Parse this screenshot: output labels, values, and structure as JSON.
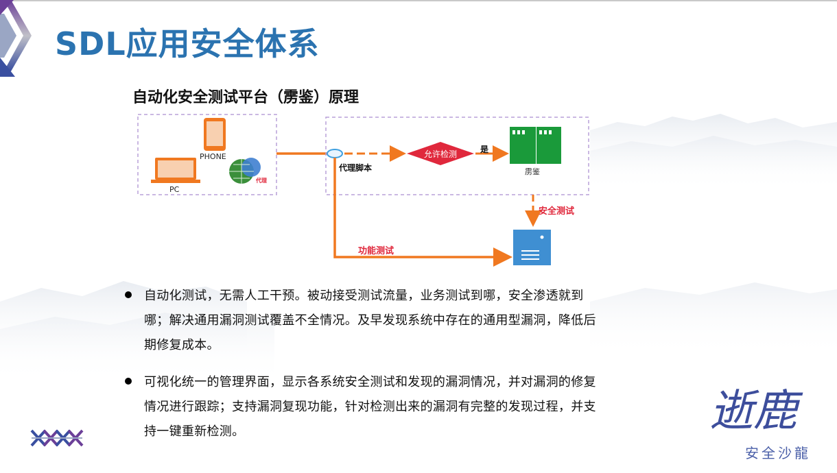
{
  "slide": {
    "title": "SDL应用安全体系",
    "subtitle": "自动化安全测试平台（雳鉴）原理"
  },
  "diagram": {
    "phone_label": "PHONE",
    "pc_label": "PC",
    "globe_label": "代理",
    "proxy_label": "代理脚本",
    "decision_label": "允许检测",
    "yes_label": "是",
    "server_label": "雳鉴",
    "security_test_label": "安全测试",
    "function_test_label": "功能测试"
  },
  "bullets": [
    "自动化测试，无需人工干预。被动接受测试流量，业务测试到哪，安全渗透就到哪；解决通用漏洞测试覆盖不全情况。及早发现系统中存在的通用型漏洞，降低后期修复成本。",
    "可视化统一的管理界面，显示各系统安全测试和发现的漏洞情况，并对漏洞的修复情况进行跟踪；支持漏洞复现功能，针对检测出来的漏洞有完整的发现过程，并支持一键重新检测。"
  ],
  "brand": {
    "name": "逝鹿",
    "tagline": "安全沙龍"
  },
  "colors": {
    "title_blue": "#2b73b0",
    "arrow_orange": "#f07820",
    "dash_purple": "#b8a0d8",
    "decision_red": "#e0283c",
    "server_green": "#1a9a3a",
    "server_blue": "#3f8fd2"
  }
}
